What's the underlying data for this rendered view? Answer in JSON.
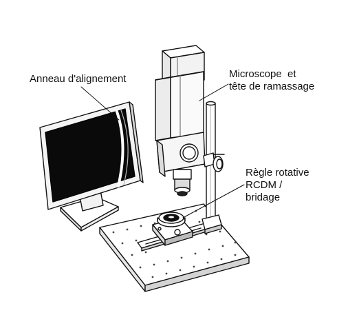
{
  "labels": {
    "anneau": "Anneau d'alignement",
    "microscope_line1": "Microscope  et",
    "microscope_line2": "tête de ramassage",
    "regle_line1": "Règle rotative",
    "regle_line2": "RCDM /",
    "regle_line3": "bridage"
  },
  "colors": {
    "stroke": "#111111",
    "screen": "#0a0a0a",
    "background": "#ffffff"
  }
}
